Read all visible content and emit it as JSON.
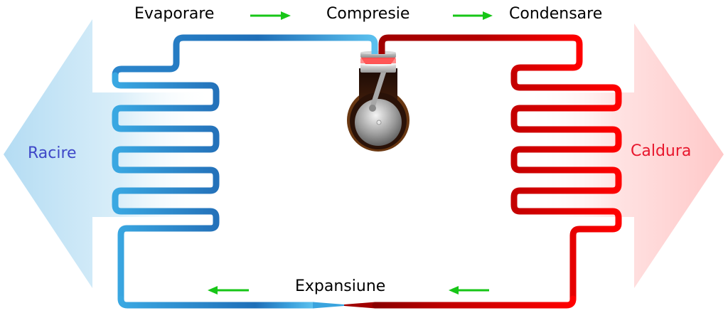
{
  "diagram": {
    "title_labels": {
      "evaporation": "Evaporare",
      "compression": "Compresie",
      "condensation": "Condensare",
      "expansion": "Expansiune"
    },
    "side_labels": {
      "cooling": "Racire",
      "heat": "Caldura"
    },
    "components": {
      "evaporator_coil": "evaporator coil",
      "compressor": "compressor",
      "condenser_coil": "condenser coil",
      "expansion_valve": "expansion valve"
    },
    "flow_arrows": [
      {
        "name": "evaporation-to-compression",
        "direction": "right"
      },
      {
        "name": "compression-to-condensation",
        "direction": "right"
      },
      {
        "name": "expansion-bottom-right",
        "direction": "left"
      },
      {
        "name": "expansion-bottom-left",
        "direction": "left"
      }
    ],
    "colors": {
      "cold_pipe_light": "#3ba7e0",
      "cold_pipe_dark": "#2470b8",
      "hot_pipe_light": "#ff0000",
      "hot_pipe_dark": "#a50000",
      "cooling_text": "#3e47c8",
      "heat_text": "#e8162c",
      "flow_arrow": "#17c617",
      "cold_arrow_fill": "#bfe2f5",
      "hot_arrow_fill": "#ffd3d3"
    }
  }
}
